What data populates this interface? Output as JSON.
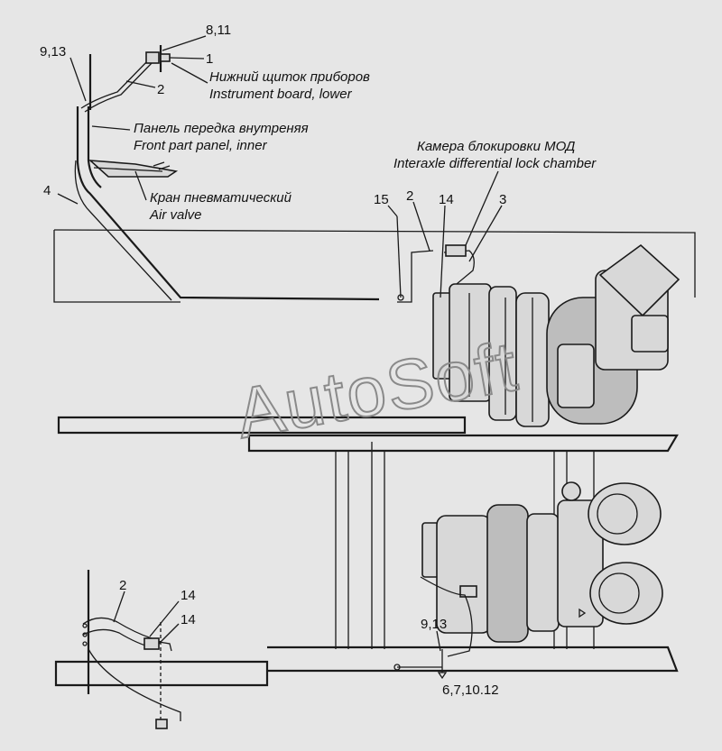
{
  "callouts": {
    "c_9_13_top": "9,13",
    "c_8_11": "8,11",
    "c_1": "1",
    "c_2_top": "2",
    "c_4": "4",
    "c_15": "15",
    "c_2_mid": "2",
    "c_14_mid": "14",
    "c_3": "3",
    "c_2_bottom": "2",
    "c_14_a": "14",
    "c_14_b": "14",
    "c_9_13_bottom": "9,13",
    "c_6_7_10_12": "6,7,10.12"
  },
  "captions": {
    "instrument_ru": "Нижний щиток приборов",
    "instrument_en": "Instrument board, lower",
    "panel_ru": "Панель передка внутреняя",
    "panel_en": "Front part panel, inner",
    "valve_ru": "Кран пневматический",
    "valve_en": "Air valve",
    "chamber_ru": "Камера блокировки МОД",
    "chamber_en": "Interaxle differential lock chamber"
  },
  "watermark": "AutoSoft"
}
